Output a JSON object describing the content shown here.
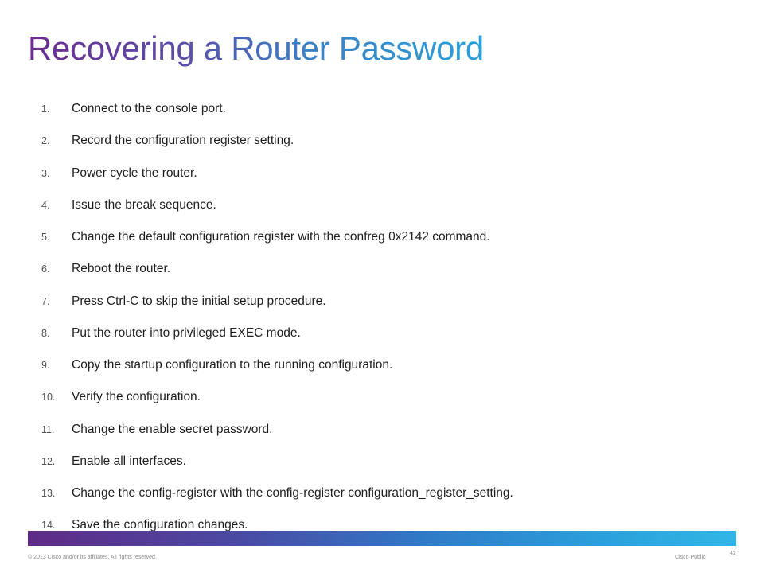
{
  "slide": {
    "title": "Recovering a Router Password",
    "steps": [
      {
        "num": "1.",
        "text": "Connect to the console port."
      },
      {
        "num": "2.",
        "text": "Record the configuration register setting."
      },
      {
        "num": "3.",
        "text": "Power cycle the router."
      },
      {
        "num": "4.",
        "text": "Issue the break sequence."
      },
      {
        "num": "5.",
        "text": "Change the default configuration register with the confreg 0x2142 command."
      },
      {
        "num": "6.",
        "text": "Reboot the router."
      },
      {
        "num": "7.",
        "text": "Press Ctrl-C to skip the initial setup procedure."
      },
      {
        "num": "8.",
        "text": "Put the router into privileged EXEC mode."
      },
      {
        "num": "9.",
        "text": "Copy the startup configuration to the running configuration."
      },
      {
        "num": "10.",
        "text": "Verify the configuration."
      },
      {
        "num": "11.",
        "text": "Change the enable secret password."
      },
      {
        "num": "12.",
        "text": "Enable all interfaces."
      },
      {
        "num": "13.",
        "text": "Change the config-register with the config-register configuration_register_setting."
      },
      {
        "num": "14.",
        "text": "Save the configuration changes."
      }
    ]
  },
  "footer": {
    "copyright": "© 2013 Cisco and/or its affiliates. All rights reserved.",
    "classification": "Cisco Public",
    "page_number": "42"
  },
  "colors": {
    "title_gradient_start": "#6b2d8f",
    "title_gradient_end": "#2aa0d8",
    "bar_gradient_start": "#5e2b86",
    "bar_gradient_end": "#30b6e6"
  }
}
